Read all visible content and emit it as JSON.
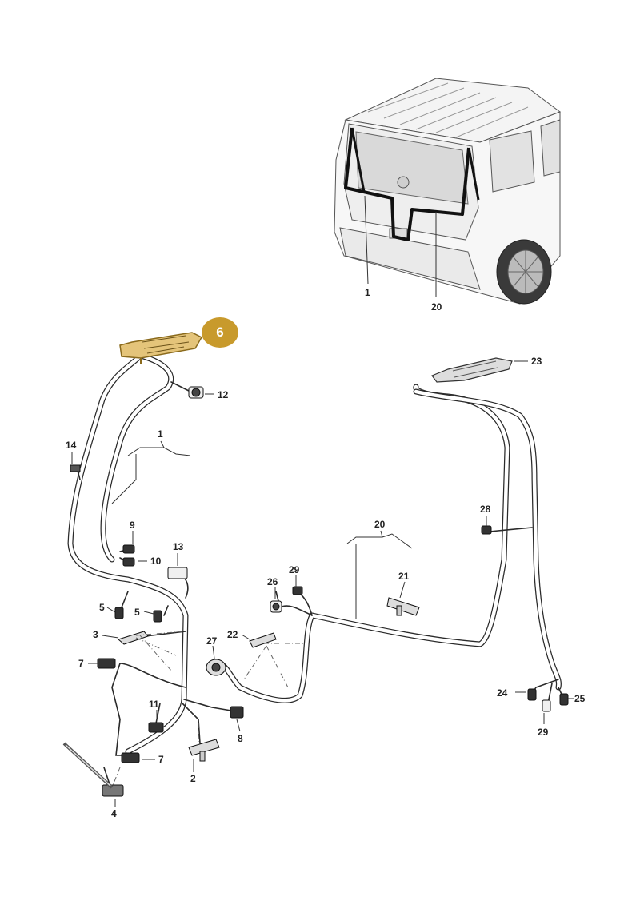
{
  "highlight": {
    "label": "6",
    "color": "#c89a2c"
  },
  "callouts": {
    "c1a": "1",
    "c20a": "20",
    "c1b": "1",
    "c20b": "20",
    "c12": "12",
    "c14": "14",
    "c9": "9",
    "c10": "10",
    "c13": "13",
    "c5a": "5",
    "c5b": "5",
    "c3": "3",
    "c7a": "7",
    "c11": "11",
    "c7b": "7",
    "c4": "4",
    "c2": "2",
    "c8": "8",
    "c22": "22",
    "c27": "27",
    "c26": "26",
    "c29a": "29",
    "c21": "21",
    "c23": "23",
    "c28": "28",
    "c24": "24",
    "c25": "25",
    "c29b": "29"
  },
  "colors": {
    "line": "#2a2a2a",
    "glass": "#d9d9d9",
    "body": "#f4f4f4"
  }
}
